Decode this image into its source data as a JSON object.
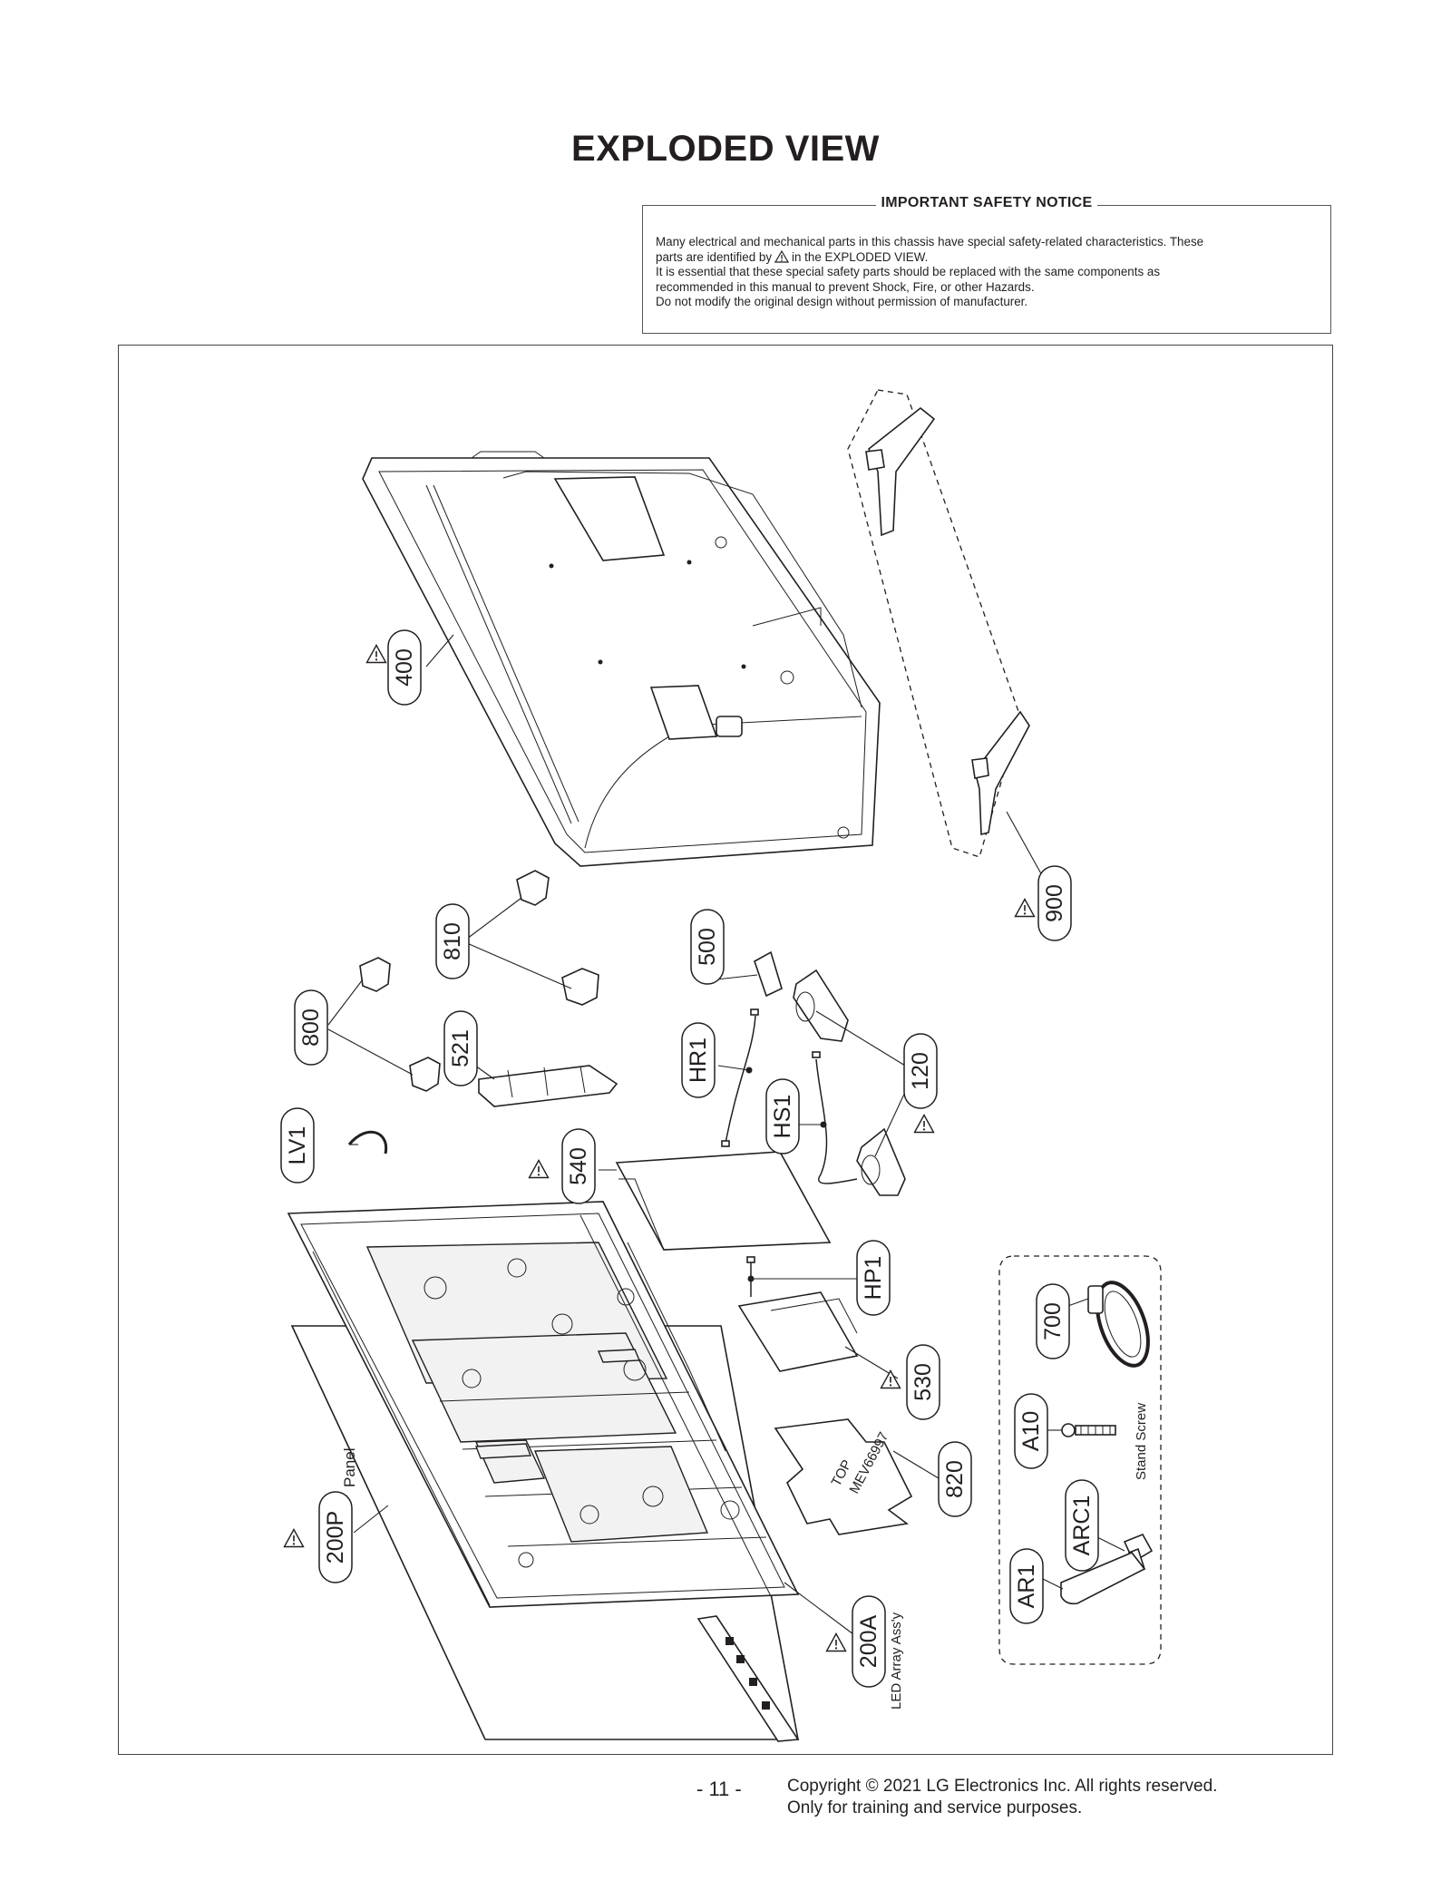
{
  "page": {
    "title": "EXPLODED VIEW",
    "page_number": "- 11 -",
    "copyright_line1": "Copyright © 2021 LG Electronics Inc. All rights reserved.",
    "copyright_line2": "Only for training and service purposes."
  },
  "notice": {
    "heading": "IMPORTANT SAFETY NOTICE",
    "line1": "Many electrical and mechanical parts in this chassis have special safety-related characteristics. These",
    "line2a": "parts are identified by",
    "line2b": "in the EXPLODED VIEW.",
    "line3": "It is essential that these special safety parts should be replaced with the same components as",
    "line4": "recommended in this manual to prevent Shock, Fire, or other Hazards.",
    "line5": "Do not modify the original design without permission of manufacturer."
  },
  "parts": {
    "p400": "400",
    "p900": "900",
    "p810": "810",
    "p500": "500",
    "p800": "800",
    "p521": "521",
    "pHR1": "HR1",
    "p120": "120",
    "pHS1": "HS1",
    "pLV1": "LV1",
    "p540": "540",
    "pHP1": "HP1",
    "p700": "700",
    "p530": "530",
    "pA10": "A10",
    "p820": "820",
    "pARC1": "ARC1",
    "p200P": "200P",
    "p200A": "200A",
    "pAR1": "AR1"
  },
  "captions": {
    "panel": "Panel",
    "led_array": "LED Array Ass'y",
    "stand_screw": "Stand Screw"
  },
  "markings": {
    "top": "TOP",
    "code": "MEV66997"
  },
  "colors": {
    "ink": "#231f20",
    "paper": "#ffffff"
  }
}
